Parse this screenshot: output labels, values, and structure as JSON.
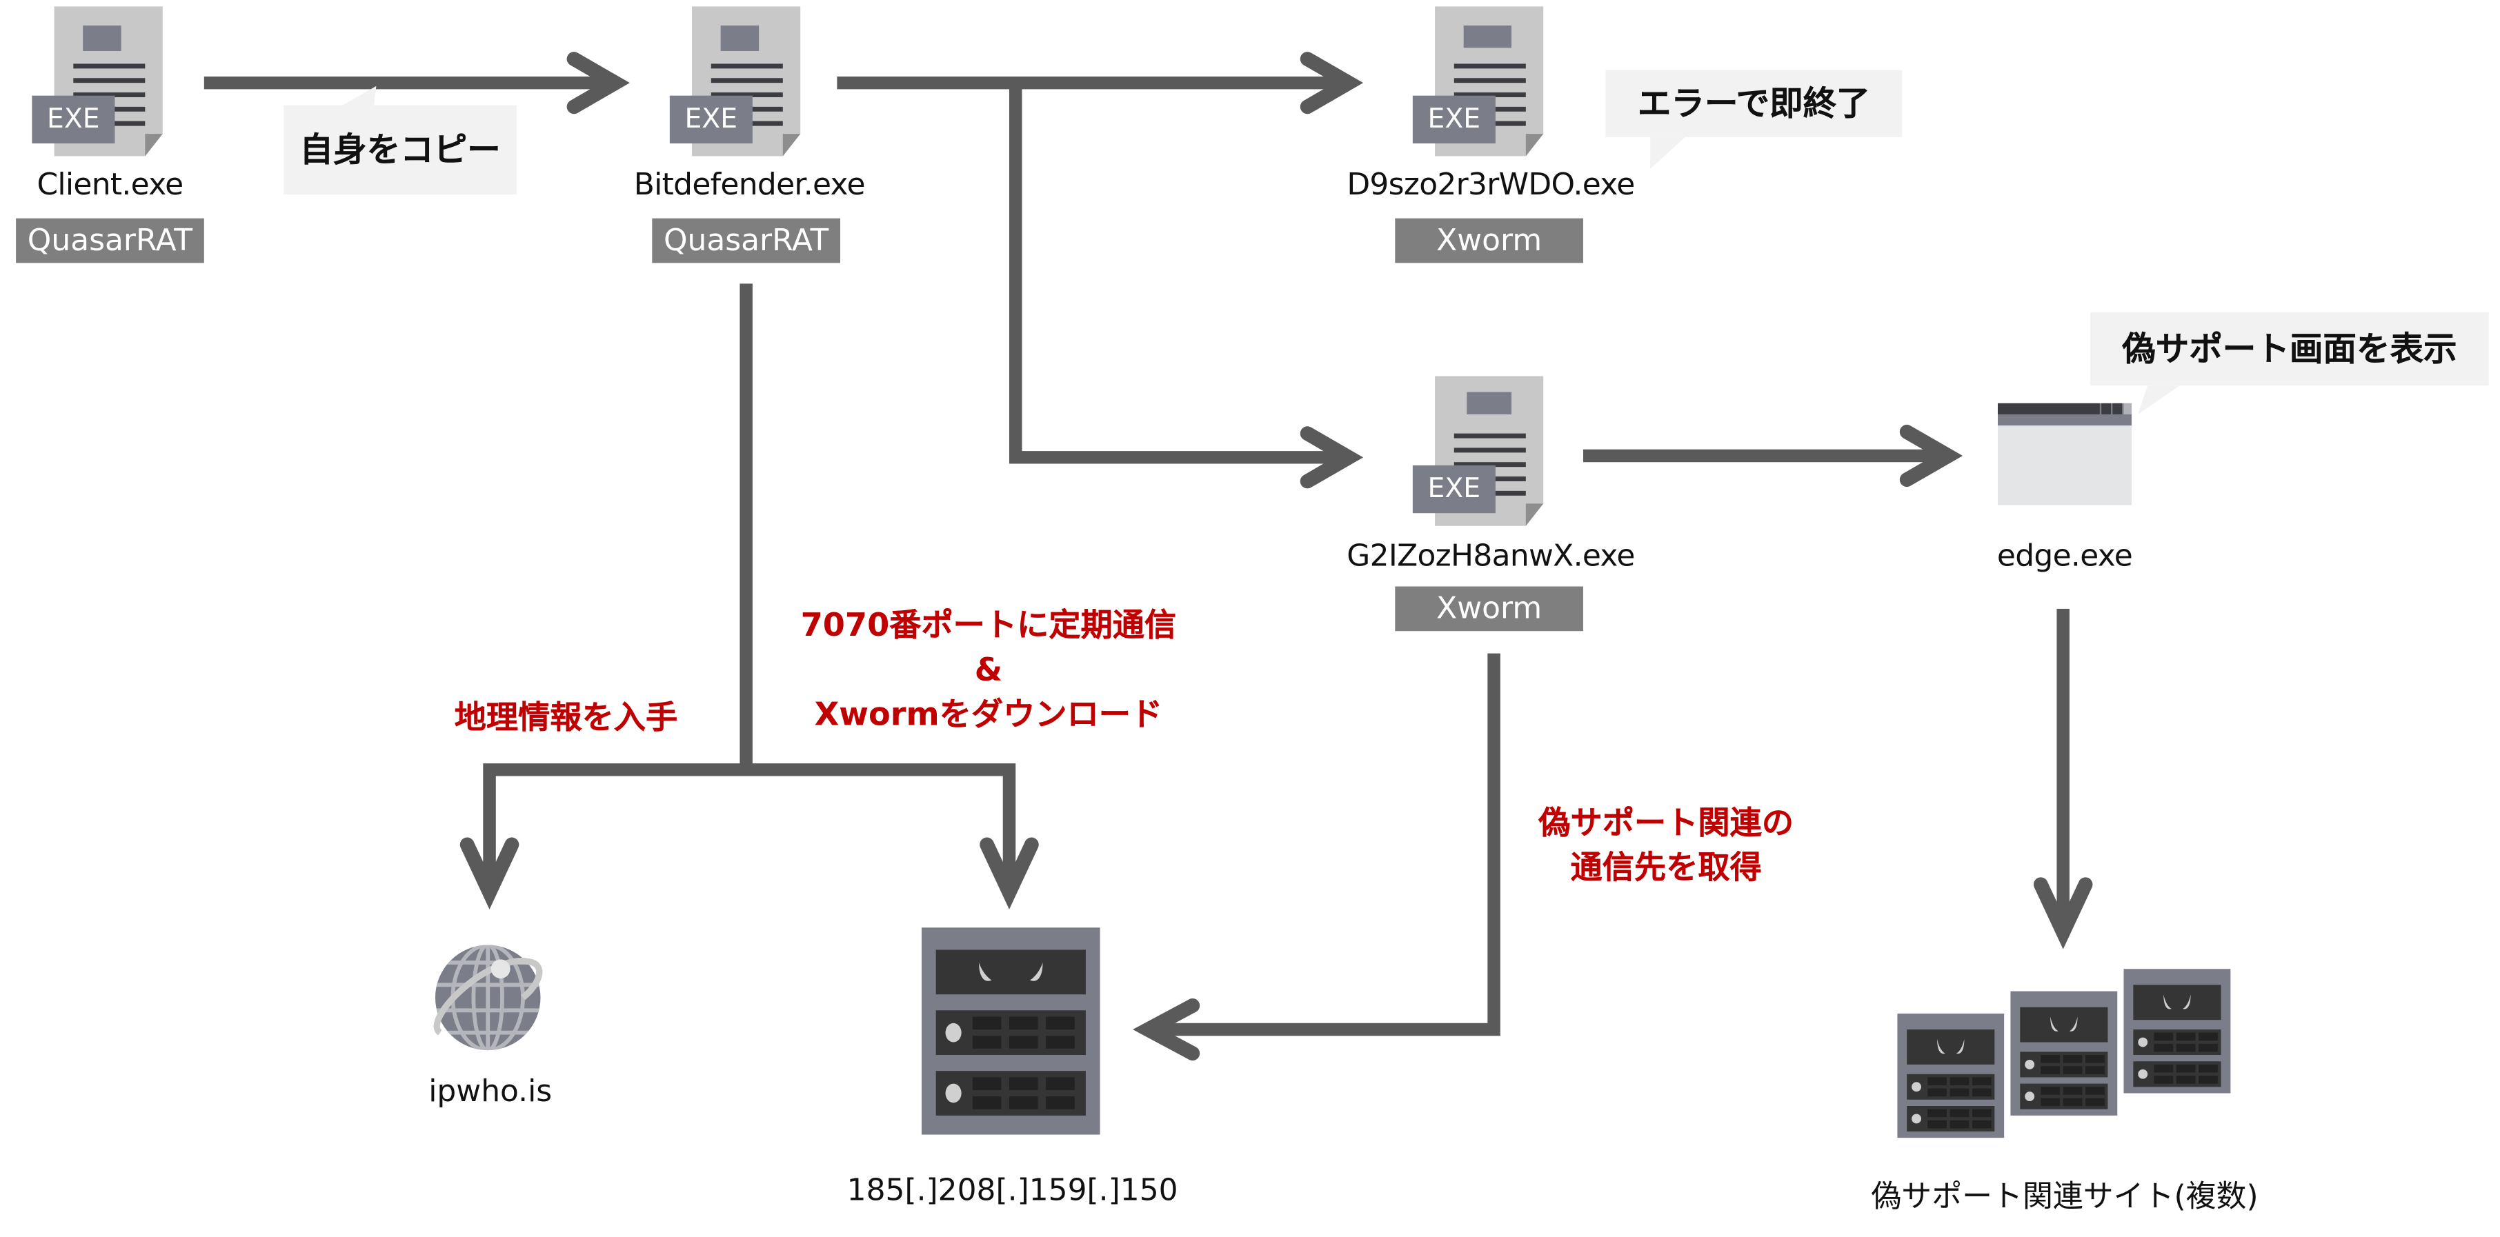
{
  "diagram": {
    "colors": {
      "arrow": "#5a5a5a",
      "tag_bg": "#7f7f7f",
      "bubble_bg": "#f2f2f2",
      "annotation": "#c00000",
      "icon_dark": "#3c3d42",
      "icon_mid": "#7b7e88",
      "icon_light": "#c8c8c8"
    },
    "exe_badge": "EXE",
    "nodes": {
      "client": {
        "filename": "Client.exe",
        "family": "QuasarRAT"
      },
      "bitdefender": {
        "filename": "Bitdefender.exe",
        "family": "QuasarRAT"
      },
      "d9szo": {
        "filename": "D9szo2r3rWDO.exe",
        "family": "Xworm"
      },
      "g2izoz": {
        "filename": "G2IZozH8anwX.exe",
        "family": "Xworm"
      },
      "edge": {
        "filename": "edge.exe"
      },
      "ipwho": {
        "label": "ipwho.is"
      },
      "c2server": {
        "label": "185[.]208[.]159[.]150"
      },
      "fake_sites": {
        "label": "偽サポート関連サイト(複数)"
      }
    },
    "bubbles": {
      "copy_self": "自身をコピー",
      "error_exit": "エラーで即終了",
      "fake_support_screen": "偽サポート画面を表示"
    },
    "annotations": {
      "geo_info": "地理情報を入手",
      "c2_line1": "7070番ポートに定期通信",
      "c2_line2": "&",
      "c2_line3": "Xwormをダウンロード",
      "fake_dest_line1": "偽サポート関連の",
      "fake_dest_line2": "通信先を取得"
    }
  }
}
